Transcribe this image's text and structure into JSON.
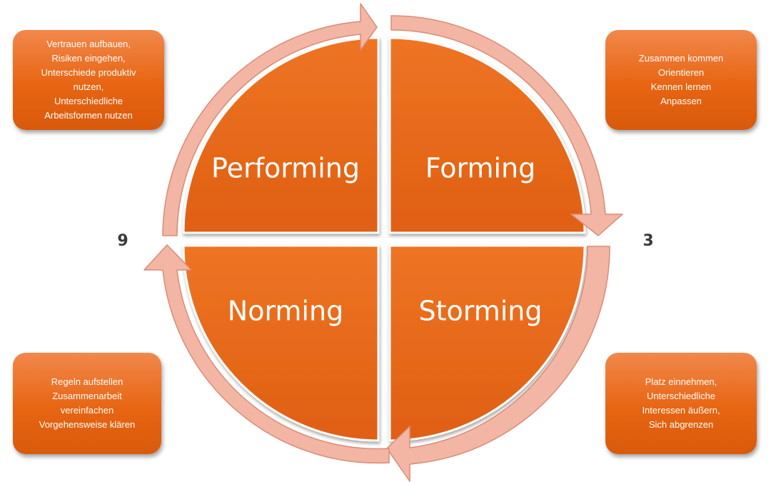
{
  "quadrants": {
    "performing": "Performing",
    "forming": "Forming",
    "norming": "Norming",
    "storming": "Storming"
  },
  "numbers": {
    "left": "9",
    "right": "3"
  },
  "notes": {
    "performing": [
      "Vertrauen aufbauen,",
      "Risiken eingehen,",
      "Unterschiede produktiv",
      "nutzen,",
      "Unterschiedliche",
      "Arbeitsformen nutzen"
    ],
    "forming": [
      "Zusammen kommen",
      "Orientieren",
      "Kennen lernen",
      "Anpassen"
    ],
    "norming": [
      "Regeln aufstellen",
      "Zusammenarbeit",
      "vereinfachen",
      "Vorgehensweise klären"
    ],
    "storming": [
      "Platz einnehmen,",
      "Unterschiedliche",
      "Interessen äußern,",
      "Sich abgrenzen"
    ]
  },
  "colors": {
    "quadrant_fill": "#e8681a",
    "arrow_fill": "#f3b6a4",
    "arrow_stroke": "#d98b76",
    "note_fill": "#e76512"
  }
}
